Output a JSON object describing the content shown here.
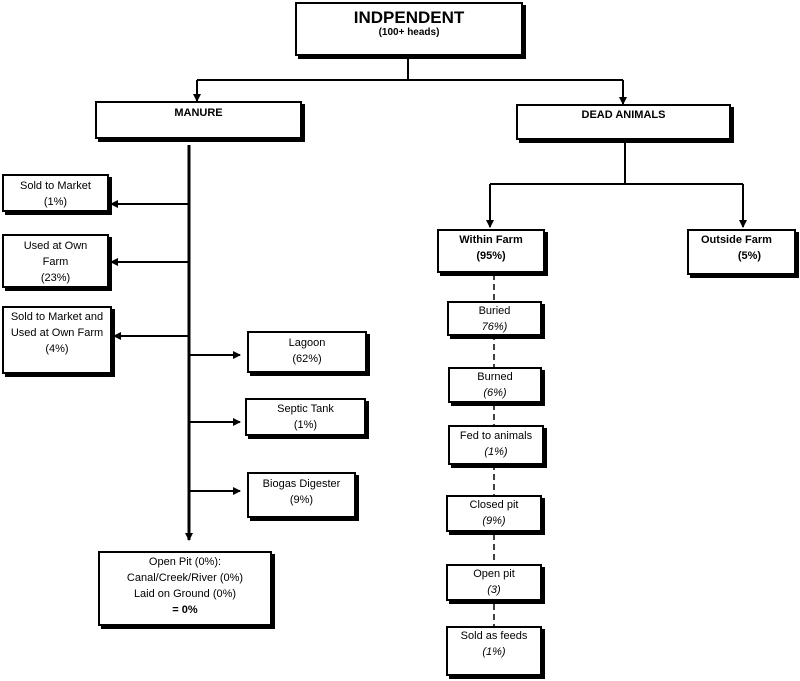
{
  "root": {
    "title": "INDPENDENT",
    "subtitle": "(100+ heads)"
  },
  "manure": {
    "label": "MANURE",
    "left_items": [
      {
        "label": "Sold to Market",
        "value": "(1%)"
      },
      {
        "label": "Used at Own Farm",
        "value": "(23%)"
      },
      {
        "label": "Sold to Market and Used at Own Farm",
        "value": "(4%)"
      }
    ],
    "right_items": [
      {
        "label": "Lagoon",
        "value": "(62%)"
      },
      {
        "label": "Septic Tank",
        "value": "(1%)"
      },
      {
        "label": "Biogas Digester",
        "value": "(9%)"
      }
    ],
    "bottom": {
      "line1": "Open Pit (0%):",
      "line2": "Canal/Creek/River (0%)",
      "line3": "Laid on Ground (0%)",
      "total": "= 0%"
    }
  },
  "dead_animals": {
    "label": "DEAD ANIMALS",
    "within": {
      "label": "Within Farm",
      "value": "(95%)"
    },
    "outside": {
      "label": "Outside Farm",
      "value": "(5%)"
    },
    "methods": [
      {
        "label": "Buried",
        "value": "76%)"
      },
      {
        "label": "Burned",
        "value": "(6%)"
      },
      {
        "label": "Fed to animals",
        "value": "(1%)"
      },
      {
        "label": "Closed pit",
        "value": "(9%)"
      },
      {
        "label": "Open pit",
        "value": "(3)"
      },
      {
        "label": "Sold as feeds",
        "value": "(1%)"
      }
    ]
  }
}
